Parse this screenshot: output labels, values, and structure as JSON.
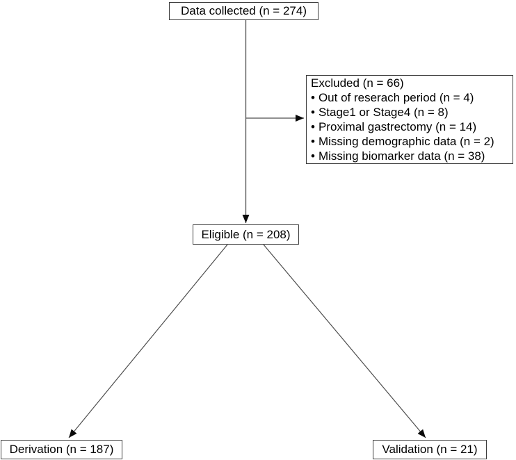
{
  "figure": {
    "type": "flow-diagram",
    "colors": {
      "background": "#ffffff",
      "box_border": "#3d3d3d",
      "line": "#4d4d4d",
      "arrowhead": "#0a0a0a",
      "text": "#000000"
    },
    "bullet_glyph": "•",
    "nodes": {
      "data_collected": {
        "label": "Data collected (n = 274)"
      },
      "excluded": {
        "title": "Excluded (n = 66)",
        "items": [
          "Out of reserach period (n = 4)",
          "Stage1 or Stage4 (n = 8)",
          "Proximal gastrectomy (n = 14)",
          "Missing demographic data (n = 2)",
          "Missing biomarker data (n = 38)"
        ]
      },
      "eligible": {
        "label": "Eligible (n = 208)"
      },
      "derivation": {
        "label": "Derivation (n = 187)"
      },
      "validation": {
        "label": "Validation (n = 21)"
      }
    },
    "connectors": [
      {
        "name": "data-collected-to-eligible",
        "from": "data_collected",
        "to": "eligible"
      },
      {
        "name": "branch-to-excluded",
        "from": "data_collected",
        "to": "excluded"
      },
      {
        "name": "eligible-to-derivation",
        "from": "eligible",
        "to": "derivation"
      },
      {
        "name": "eligible-to-validation",
        "from": "eligible",
        "to": "validation"
      }
    ]
  }
}
